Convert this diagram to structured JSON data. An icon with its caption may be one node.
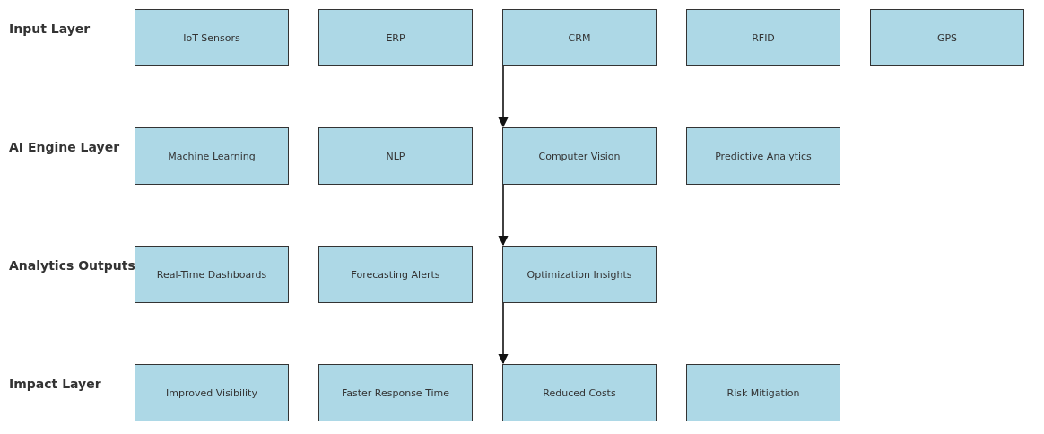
{
  "diagram": {
    "nodes": [
      {
        "text": [
          "IoT Sensors"
        ]
      },
      {
        "text": [
          "ERP"
        ]
      },
      {
        "text": [
          "CRM"
        ]
      },
      {
        "text": [
          "RFID"
        ]
      },
      {
        "text": [
          "GPS"
        ]
      },
      {
        "text": [
          "Machine Learning"
        ]
      },
      {
        "text": [
          "NLP"
        ]
      },
      {
        "text": [
          "Computer Vision"
        ]
      },
      {
        "text": [
          "Predictive Analytics"
        ]
      },
      {
        "text": [
          "Real-Time Dashboards"
        ]
      },
      {
        "text": [
          "Forecasting Alerts"
        ]
      },
      {
        "text": [
          "Optimization Insights"
        ]
      },
      {
        "text": [
          "Improved Visibility"
        ]
      },
      {
        "text": [
          "Faster Response Time"
        ]
      },
      {
        "text": [
          "Reduced Costs"
        ]
      },
      {
        "text": [
          "Risk Mitigation"
        ]
      }
    ],
    "edges": [
      {
        "from": 2,
        "to": 7,
        "arrow": "to"
      },
      {
        "from": 7,
        "to": 11,
        "arrow": "to"
      },
      {
        "from": 11,
        "to": 14,
        "arrow": "to"
      }
    ],
    "labels": [
      "Input Layer",
      "AI Engine Layer",
      "Analytics Outputs",
      "Impact Layer"
    ]
  }
}
